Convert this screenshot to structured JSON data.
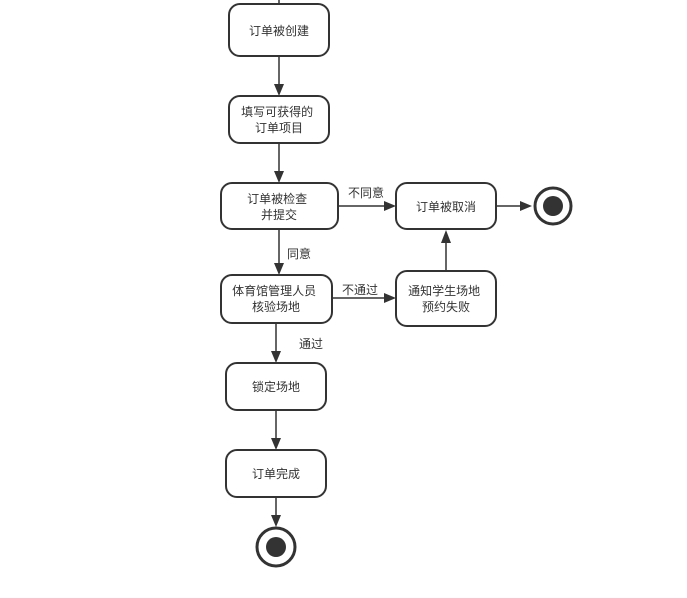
{
  "nodes": {
    "created": {
      "lines": [
        "订单被创建"
      ]
    },
    "fill": {
      "lines": [
        "填写可获得的",
        "订单项目"
      ]
    },
    "check": {
      "lines": [
        "订单被检查",
        "并提交"
      ]
    },
    "verify": {
      "lines": [
        "体育馆管理人员",
        "核验场地"
      ]
    },
    "lock": {
      "lines": [
        "锁定场地"
      ]
    },
    "complete": {
      "lines": [
        "订单完成"
      ]
    },
    "cancel": {
      "lines": [
        "订单被取消"
      ]
    },
    "notify": {
      "lines": [
        "通知学生场地",
        "预约失败"
      ]
    }
  },
  "edge_labels": {
    "disagree": "不同意",
    "agree": "同意",
    "fail": "不通过",
    "pass": "通过"
  }
}
